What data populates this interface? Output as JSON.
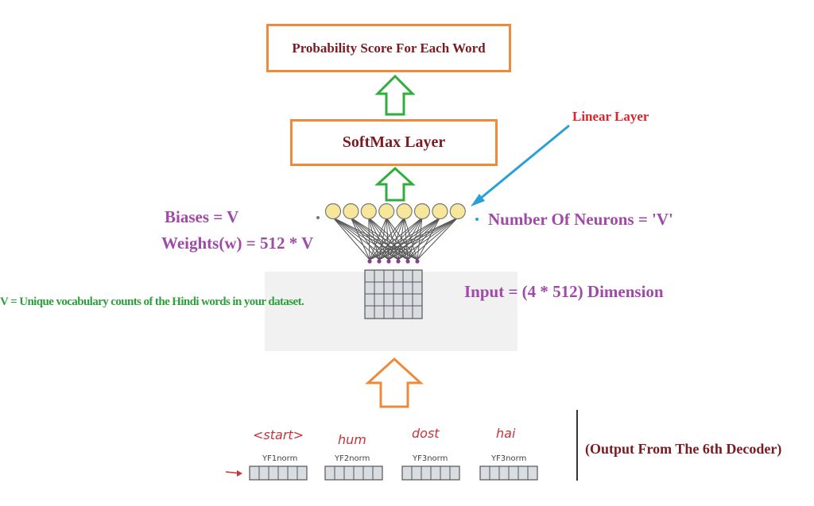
{
  "boxes": {
    "probability": "Probability Score For Each Word",
    "softmax": "SoftMax Layer"
  },
  "labels": {
    "linear_layer": "Linear Layer",
    "biases": "Biases = V",
    "weights": "Weights(w) = 512 * V",
    "neurons": "Number Of Neurons = 'V'",
    "input": "Input = (4 * 512) Dimension",
    "vocab_note": "V = Unique vocabulary counts of the Hindi words in your dataset.",
    "decoder_output": "(Output From The 6th Decoder)"
  },
  "tokens": [
    {
      "word": "<start>",
      "norm": "YF1norm"
    },
    {
      "word": "hum",
      "norm": "YF2norm"
    },
    {
      "word": "dost",
      "norm": "YF3norm"
    },
    {
      "word": "hai",
      "norm": "YF3norm"
    }
  ],
  "neurons_count": 8,
  "colors": {
    "box_border": "#ef8a3a",
    "box_text": "#7a1b22",
    "green_arrow": "#2fae3f",
    "orange_arrow": "#ef8a3a",
    "neuron_fill": "#f6e79a",
    "purple_text": "#a04aa8",
    "linear_red": "#d8262c",
    "blue_arrow": "#2aa0d8"
  }
}
